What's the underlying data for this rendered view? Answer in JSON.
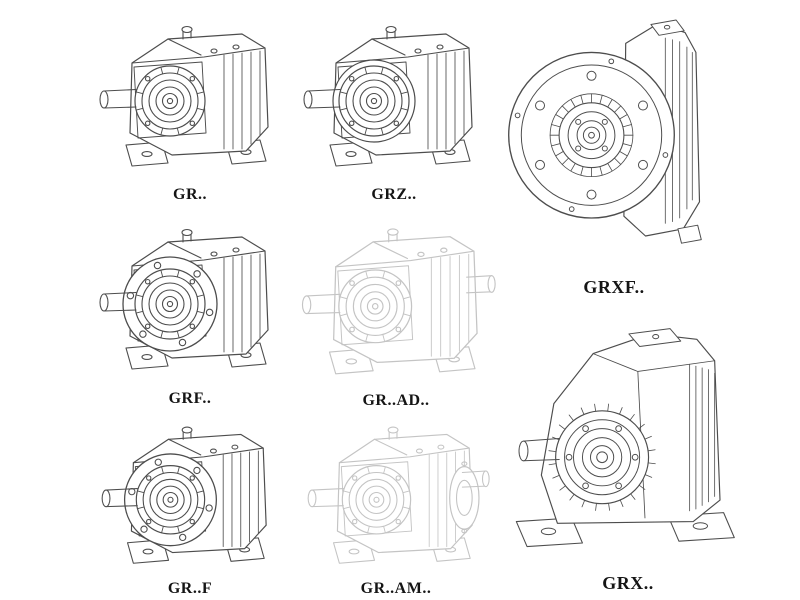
{
  "page": {
    "background": "#ffffff",
    "line_color": "#4d4d4d",
    "light_line_color": "#c4c4c4",
    "label_color": "#151515"
  },
  "figures": [
    {
      "id": "gr",
      "label": "GR..",
      "variant": "helical-foot",
      "stroke": "#4d4d4d"
    },
    {
      "id": "grz",
      "label": "GRZ..",
      "variant": "helical-foot-z",
      "stroke": "#4d4d4d"
    },
    {
      "id": "grxf",
      "label": "GRXF..",
      "variant": "front-flange",
      "stroke": "#4d4d4d"
    },
    {
      "id": "grf",
      "label": "GRF..",
      "variant": "helical-flange",
      "stroke": "#4d4d4d"
    },
    {
      "id": "gr-ad",
      "label": "GR..AD..",
      "variant": "helical-adapter",
      "stroke": "#c4c4c4"
    },
    {
      "id": "gr-f",
      "label": "GR..F",
      "variant": "helical-flange",
      "stroke": "#4d4d4d"
    },
    {
      "id": "gr-am",
      "label": "GR..AM..",
      "variant": "helical-adapter-flange",
      "stroke": "#c4c4c4"
    },
    {
      "id": "grx",
      "label": "GRX..",
      "variant": "big-foot",
      "stroke": "#4d4d4d"
    }
  ]
}
